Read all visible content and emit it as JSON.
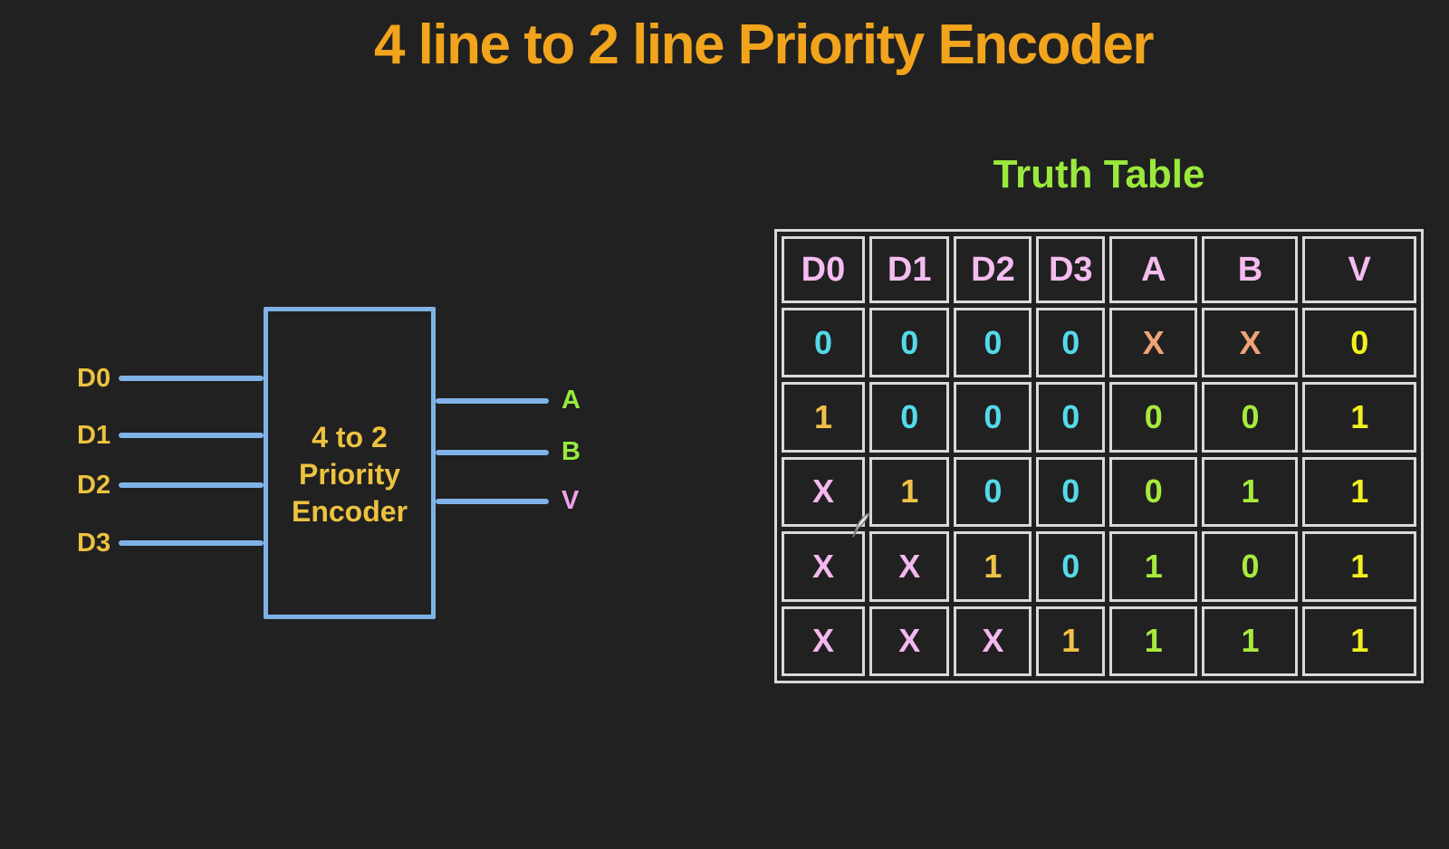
{
  "page": {
    "title": "4 line to 2 line Priority Encoder",
    "title_color": "#F1A41C",
    "background": "#212121"
  },
  "diagram": {
    "box_label": [
      "4 to 2",
      "Priority",
      "Encoder"
    ],
    "label_color": "#EDC23F",
    "wire_color": "#7FB3E8",
    "inputs": [
      "D0",
      "D1",
      "D2",
      "D3"
    ],
    "outputs": [
      {
        "label": "A",
        "color": "#99EA3D"
      },
      {
        "label": "B",
        "color": "#99EA3D"
      },
      {
        "label": "V",
        "color": "#F2A2EC"
      }
    ]
  },
  "truth_table": {
    "heading": "Truth Table",
    "heading_color": "#9AE93C",
    "grid_color": "#D9D9D9",
    "header_color": "#F5BCF0",
    "columns": [
      "D0",
      "D1",
      "D2",
      "D3",
      "A",
      "B",
      "V"
    ],
    "rows": [
      [
        {
          "t": "0",
          "c": "cyan"
        },
        {
          "t": "0",
          "c": "cyan"
        },
        {
          "t": "0",
          "c": "cyan"
        },
        {
          "t": "0",
          "c": "cyan"
        },
        {
          "t": "X",
          "c": "salmon"
        },
        {
          "t": "X",
          "c": "salmon"
        },
        {
          "t": "0",
          "c": "yellow"
        }
      ],
      [
        {
          "t": "1",
          "c": "gold"
        },
        {
          "t": "0",
          "c": "cyan"
        },
        {
          "t": "0",
          "c": "cyan"
        },
        {
          "t": "0",
          "c": "cyan"
        },
        {
          "t": "0",
          "c": "green"
        },
        {
          "t": "0",
          "c": "green"
        },
        {
          "t": "1",
          "c": "yellow"
        }
      ],
      [
        {
          "t": "X",
          "c": "pink"
        },
        {
          "t": "1",
          "c": "gold"
        },
        {
          "t": "0",
          "c": "cyan"
        },
        {
          "t": "0",
          "c": "cyan"
        },
        {
          "t": "0",
          "c": "green"
        },
        {
          "t": "1",
          "c": "green"
        },
        {
          "t": "1",
          "c": "yellow"
        }
      ],
      [
        {
          "t": "X",
          "c": "pink"
        },
        {
          "t": "X",
          "c": "pink"
        },
        {
          "t": "1",
          "c": "gold"
        },
        {
          "t": "0",
          "c": "cyan"
        },
        {
          "t": "1",
          "c": "green"
        },
        {
          "t": "0",
          "c": "green"
        },
        {
          "t": "1",
          "c": "yellow"
        }
      ],
      [
        {
          "t": "X",
          "c": "pink"
        },
        {
          "t": "X",
          "c": "pink"
        },
        {
          "t": "X",
          "c": "pink"
        },
        {
          "t": "1",
          "c": "gold"
        },
        {
          "t": "1",
          "c": "green"
        },
        {
          "t": "1",
          "c": "green"
        },
        {
          "t": "1",
          "c": "yellow"
        }
      ]
    ],
    "value_colors": {
      "cyan": "#54DAE9",
      "gold": "#EFC148",
      "pink": "#F4B8F0",
      "salmon": "#EFA478",
      "green": "#A6EA3E",
      "yellow": "#F1F11D"
    }
  },
  "pointer": {
    "icon": "pen-cursor-icon"
  }
}
